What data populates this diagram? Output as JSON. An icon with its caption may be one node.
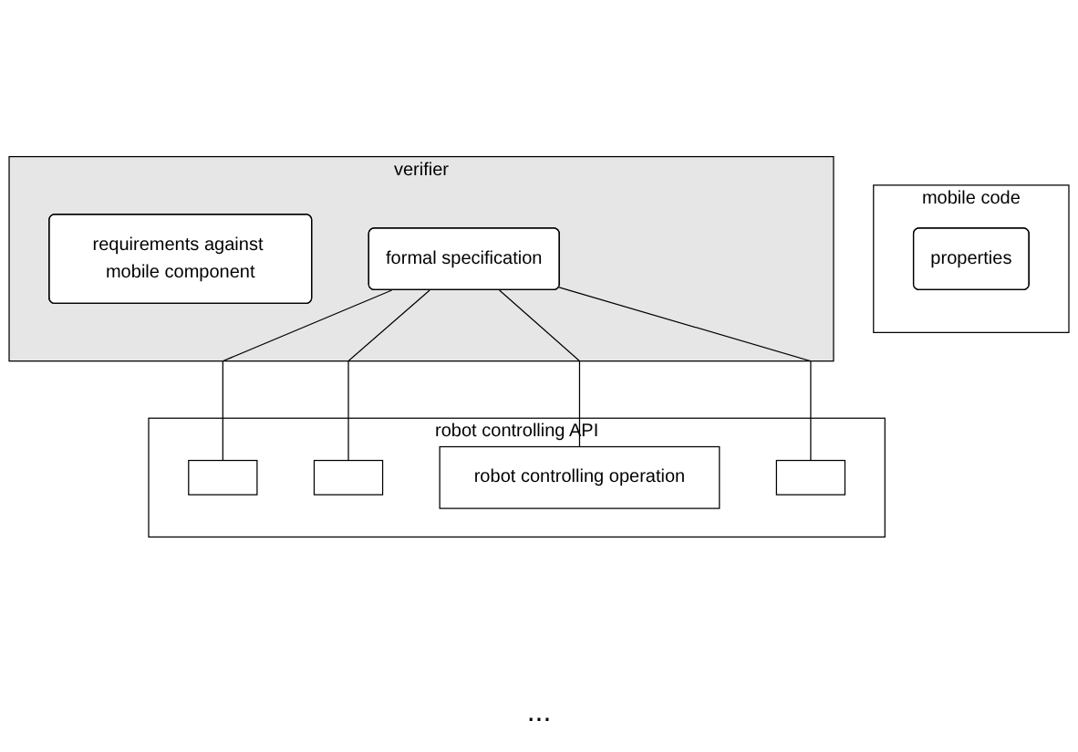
{
  "diagram": {
    "nodes": [
      {
        "text": [
          "mobile code"
        ]
      },
      {
        "text": [
          "properties"
        ],
        "in": 0
      },
      {
        "text": [
          "verifier"
        ]
      },
      {
        "text": [
          "requirements against mobile component"
        ],
        "in": 2
      },
      {
        "text": [
          "formal specification"
        ],
        "in": 2
      },
      {
        "text": [
          "robot controlling API"
        ]
      },
      {
        "text": [],
        "shape": "box",
        "in": 5
      },
      {
        "text": [],
        "shape": "box",
        "in": 5
      },
      {
        "text": [
          "robot controlling operation"
        ],
        "in": 5
      },
      {
        "text": [],
        "shape": "box",
        "in": 5
      }
    ],
    "edges": [
      {
        "from": 4,
        "to": 6,
        "arrow": "none"
      },
      {
        "from": 4,
        "to": 7,
        "arrow": "none"
      },
      {
        "from": 4,
        "to": 8,
        "arrow": "none"
      },
      {
        "from": 4,
        "to": 9,
        "arrow": "none"
      }
    ],
    "labels": [
      "..."
    ]
  }
}
